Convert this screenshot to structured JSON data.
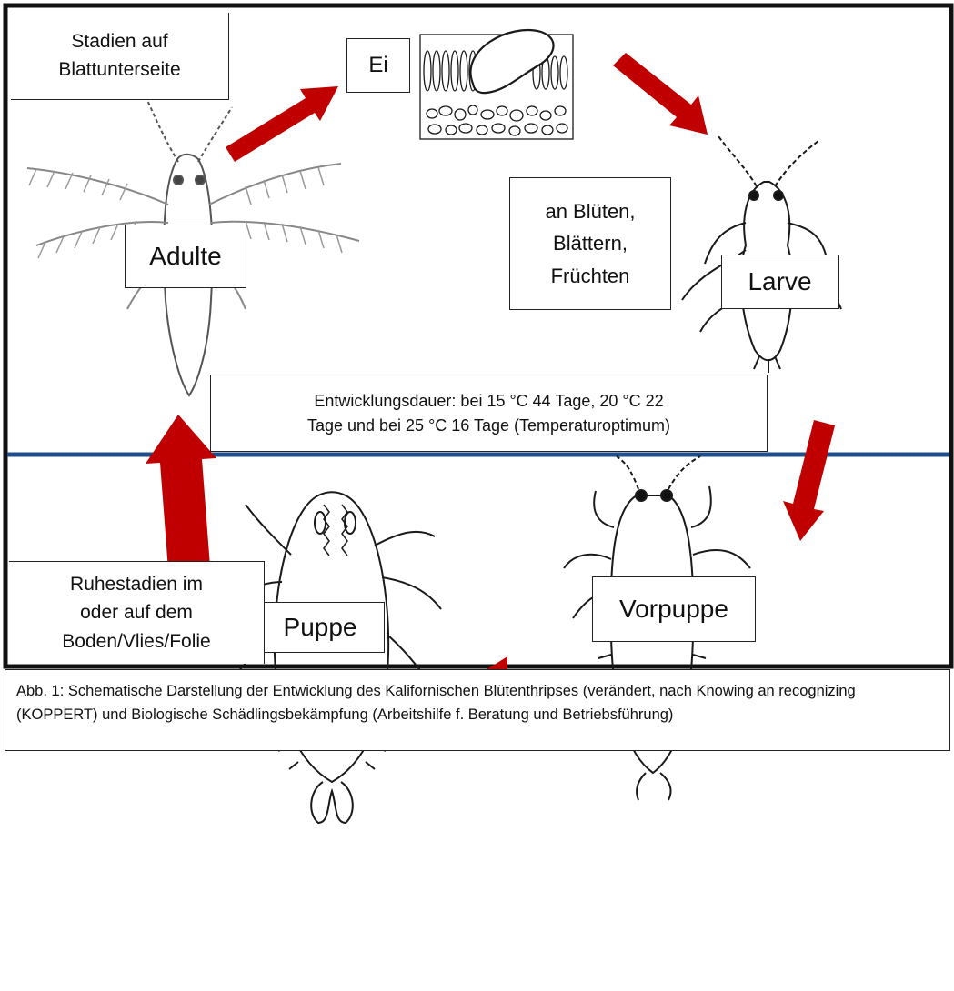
{
  "colors": {
    "arrow": "#c00000",
    "divider": "#1f4e8c",
    "frame": "#111111",
    "drawing": "#1a1a1a"
  },
  "boxes": {
    "stadien_blattunterseite": "Stadien auf\nBlattunterseite",
    "ei": "Ei",
    "an_blueten": "an Blüten,\nBlättern,\nFrüchten",
    "adulte": "Adulte",
    "larve": "Larve",
    "entwicklungsdauer": "Entwicklungsdauer: bei 15 °C 44 Tage, 20 °C 22\nTage und bei 25 °C 16 Tage (Temperaturoptimum)",
    "vorpuppe": "Vorpuppe",
    "puppe": "Puppe",
    "ruhestadien": "Ruhestadien im\noder auf dem\nBoden/Vlies/Folie"
  },
  "caption": "Abb. 1: Schematische Darstellung der Entwicklung des Kalifornischen Blütenthripses (verändert, nach Knowing an recognizing (KOPPERT) und Biologische Schädlingsbekämpfung (Arbeitshilfe f. Beratung und Betriebsführung)"
}
